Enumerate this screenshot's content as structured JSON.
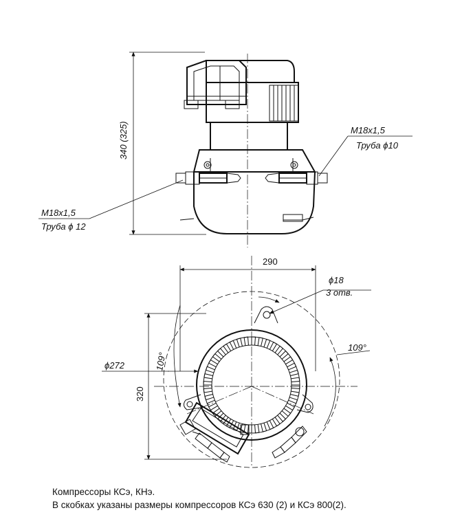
{
  "side_view": {
    "height_label": "340 (325)",
    "left_port": {
      "thread": "M18x1,5",
      "pipe": "Труба ϕ 12"
    },
    "right_port": {
      "thread": "M18x1,5",
      "pipe": "Труба ϕ10"
    }
  },
  "top_view": {
    "width_label": "290",
    "height_label": "320",
    "diameter_label": "ϕ272",
    "hole_label": "ϕ18",
    "hole_count_label": "3 отв.",
    "angle_left_label": "109°",
    "angle_right_label": "109°"
  },
  "caption": {
    "line1": "Компрессоры КСэ, КНэ.",
    "line2": "В скобках указаны размеры компрессоров КСэ 630 (2) и КСэ 800(2)."
  }
}
